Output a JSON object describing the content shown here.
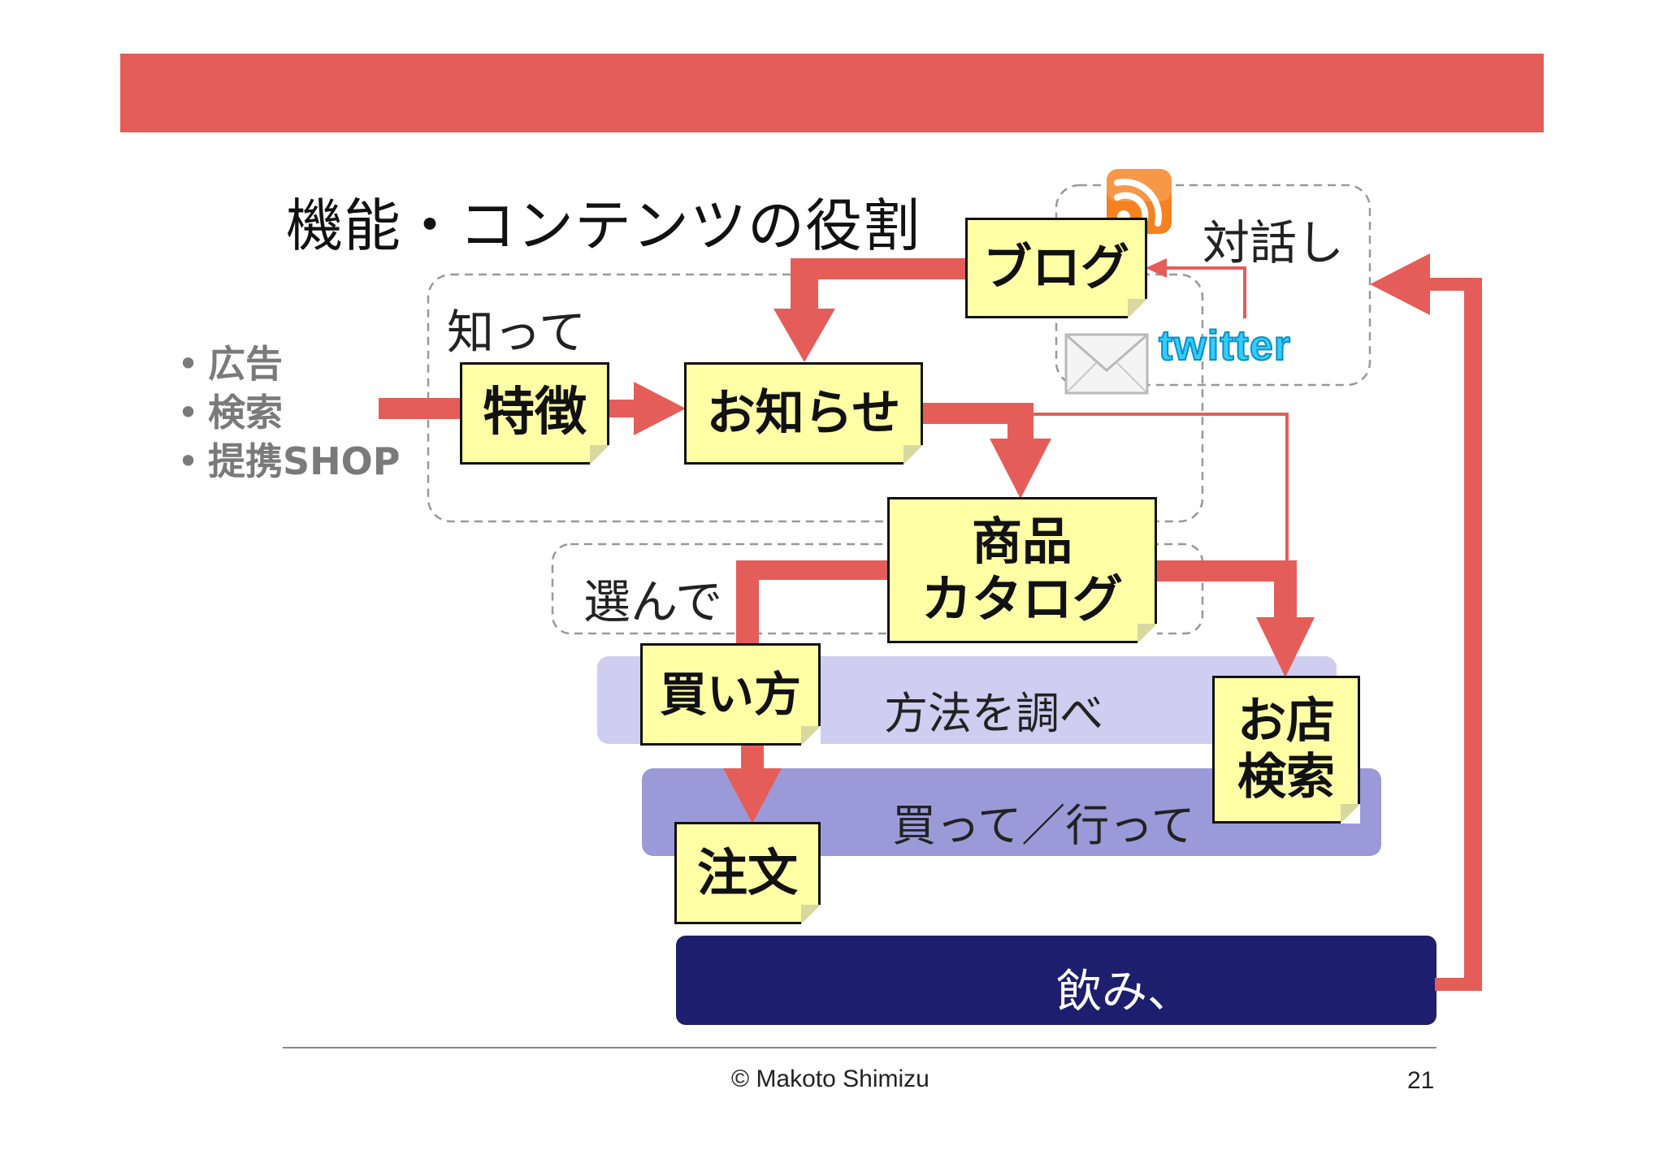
{
  "colors": {
    "banner": "#e55d59",
    "arrow": "#e55d59",
    "note_fill": "#ffffa6",
    "band_light": "#cfcdf0",
    "band_mid": "#9b9ad8",
    "bar_dark": "#1e1e6e",
    "rss_orange": "#f58220",
    "twitter_blue": "#33ccff"
  },
  "slide": {
    "title": "機能・コンテンツの役割",
    "entry_sources": [
      "広告",
      "検索",
      "提携SHOP"
    ],
    "stage_labels": {
      "know": "知って",
      "choose": "選んで",
      "dialogue": "対話し"
    },
    "notes": {
      "blog": "ブログ",
      "features": "特徴",
      "news": "お知らせ",
      "catalog": "商品\nカタログ",
      "how_to_buy": "買い方",
      "order": "注文",
      "store_search": "お店\n検索"
    },
    "bands": {
      "research": "方法を調べ",
      "buy_go": "買って／行って"
    },
    "bottom_bar": "飲み、",
    "icons": [
      "rss-icon",
      "twitter-logo",
      "mail-icon"
    ],
    "twitter_wordmark": "twitter",
    "footer": {
      "copyright": "© Makoto Shimizu",
      "page_number": "21"
    }
  }
}
